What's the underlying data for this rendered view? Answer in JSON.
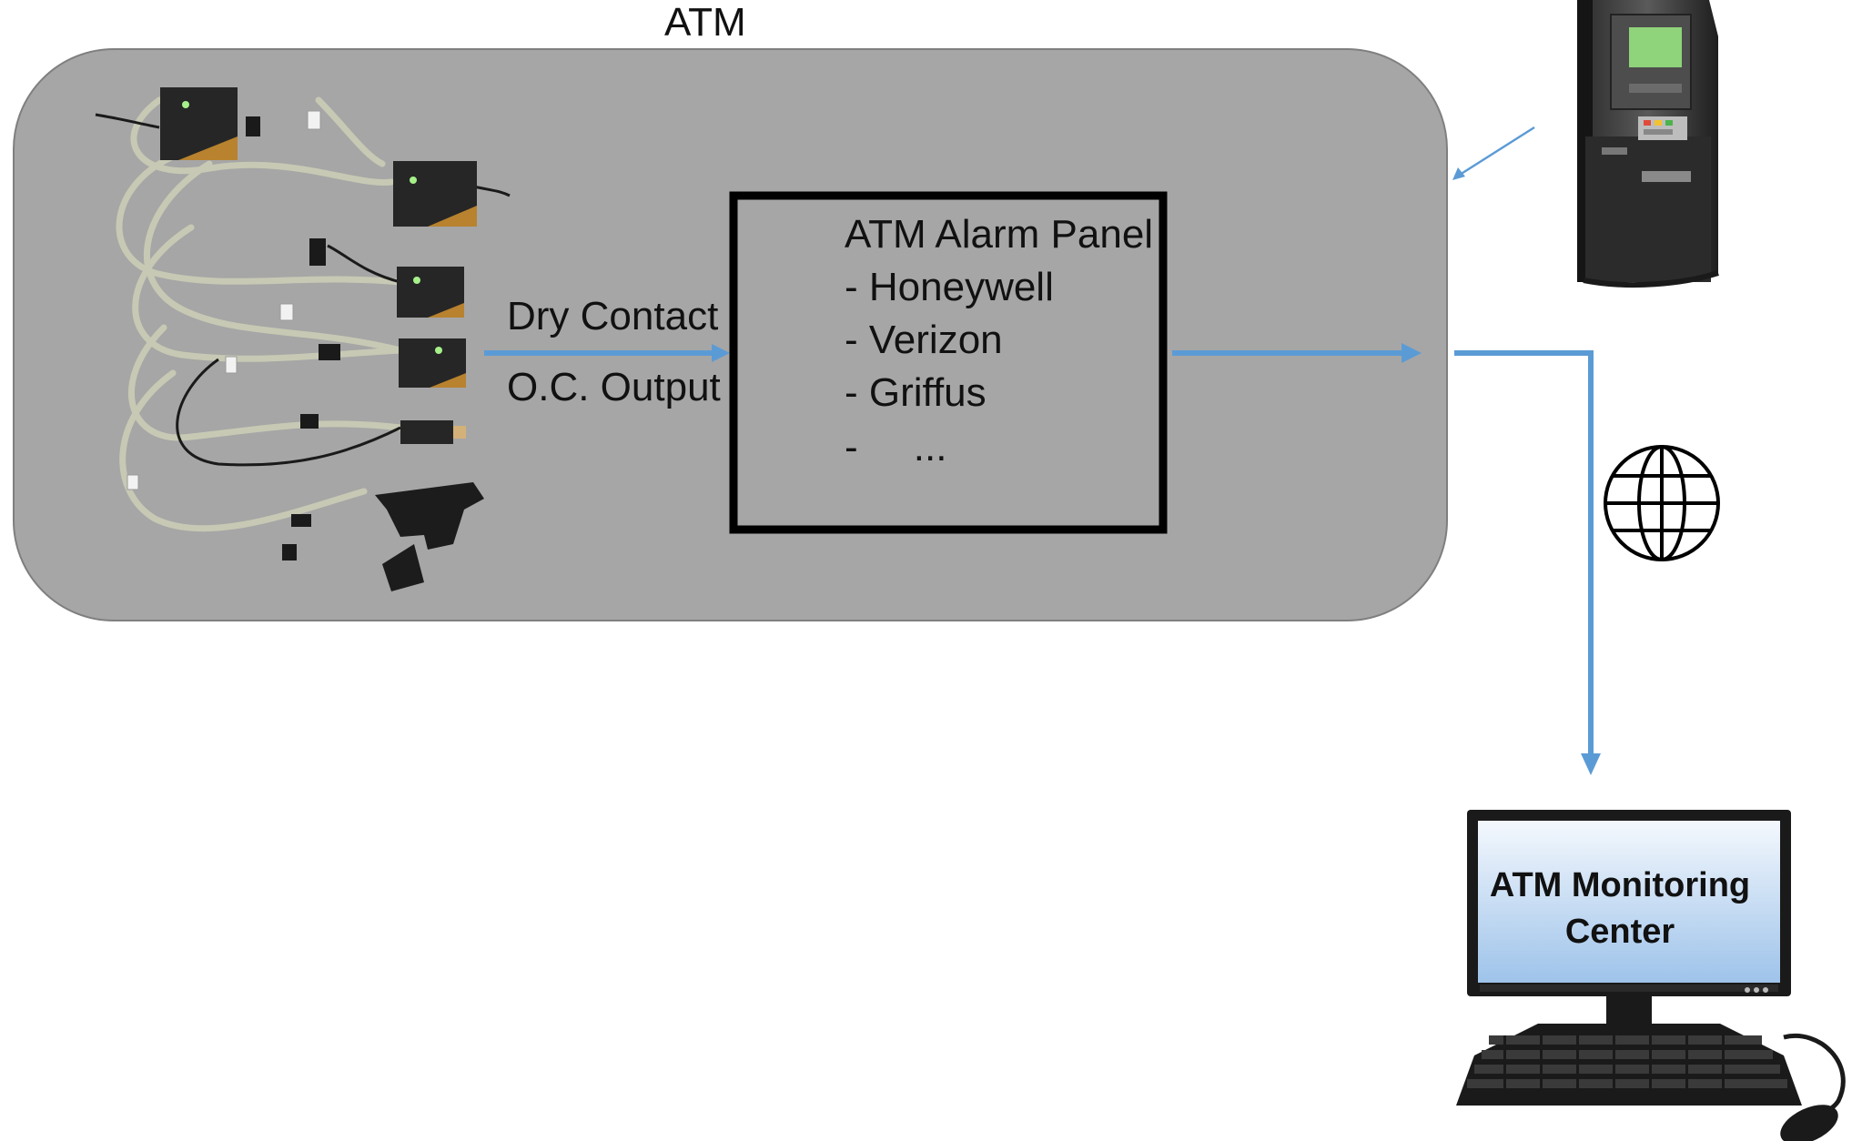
{
  "diagram": {
    "enclosure_label": "ATM",
    "input_labels": {
      "line1": "Dry Contact",
      "line2": "O.C. Output"
    },
    "panel": {
      "title": "ATM Alarm Panel",
      "items": [
        "- Honeywell",
        "- Verizon",
        "- Griffus",
        "-     ..."
      ]
    },
    "monitor_label": {
      "line1": "ATM Monitoring",
      "line2": "Center"
    },
    "icons": [
      "sensor-harness-photo",
      "atm-machine-icon",
      "globe-icon",
      "desktop-computer-icon"
    ],
    "colors": {
      "arrow": "#5b9bd5",
      "enclosure_fill": "#a6a6a6",
      "enclosure_border": "#7f7f7f",
      "screen": "#d6e6fa"
    }
  }
}
